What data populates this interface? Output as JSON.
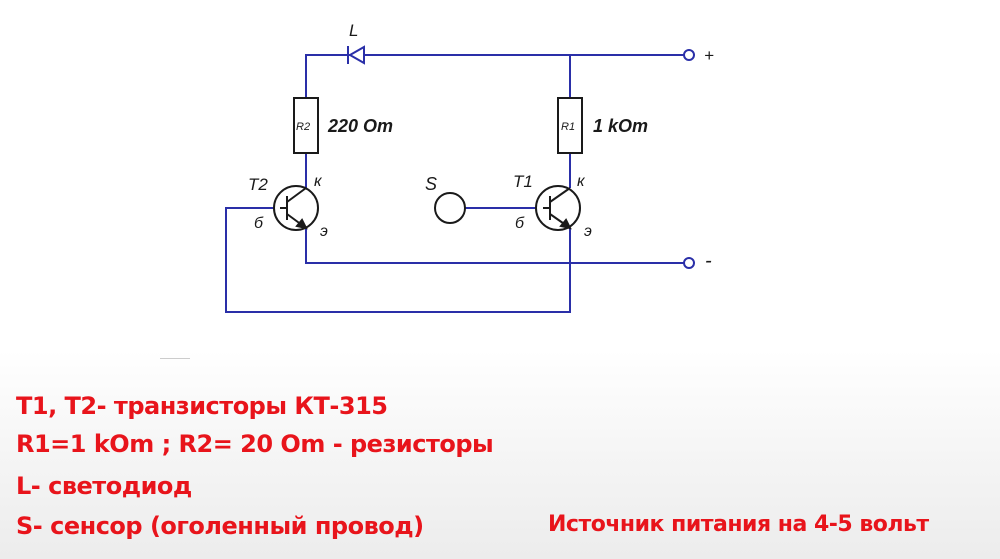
{
  "schematic": {
    "led_label": "L",
    "plus_label": "+",
    "minus_label": "-",
    "r2_label": "R2",
    "r2_value": "220 Om",
    "r1_label": "R1",
    "r1_value": "1 kOm",
    "t2_label": "T2",
    "t1_label": "T1",
    "sensor_label": "S",
    "collector_label": "к",
    "base_label": "б",
    "emitter_label": "э",
    "wire_color": "#2a2fa8",
    "component_color": "#1a1a1a"
  },
  "legend": {
    "line1": "T1, T2- транзисторы КТ-315",
    "line2": "R1=1 kOm ; R2= 20 Om - резисторы",
    "line3": "L- светодиод",
    "line4": "S- сенсор (оголенный провод)",
    "power": "Источник питания на 4-5 вольт",
    "text_color": "#e8141b"
  }
}
